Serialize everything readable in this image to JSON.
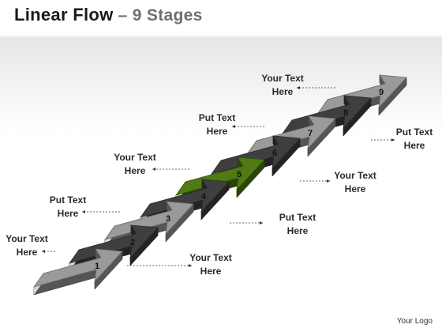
{
  "title": {
    "main": "Linear Flow",
    "dash": " – ",
    "sub": "9 Stages"
  },
  "stages": [
    {
      "number": "1",
      "label": "Your Text\nHere",
      "color": "#9a9a9a"
    },
    {
      "number": "2",
      "label": "Your Text\nHere",
      "color": "#3f3f3f"
    },
    {
      "number": "3",
      "label": "Put Text\nHere",
      "color": "#9a9a9a"
    },
    {
      "number": "4",
      "label": "Put Text\nHere",
      "color": "#3f3f3f"
    },
    {
      "number": "5",
      "label": "Your Text\nHere",
      "color": "#4f7a14"
    },
    {
      "number": "6",
      "label": "Your Text\nHere",
      "color": "#3f3f3f"
    },
    {
      "number": "7",
      "label": "Put Text\nHere",
      "color": "#9a9a9a"
    },
    {
      "number": "8",
      "label": "Put Text\nHere",
      "color": "#3f3f3f"
    },
    {
      "number": "9",
      "label": "Your Text\nHere",
      "color": "#9a9a9a"
    }
  ],
  "logo": "Your Logo"
}
